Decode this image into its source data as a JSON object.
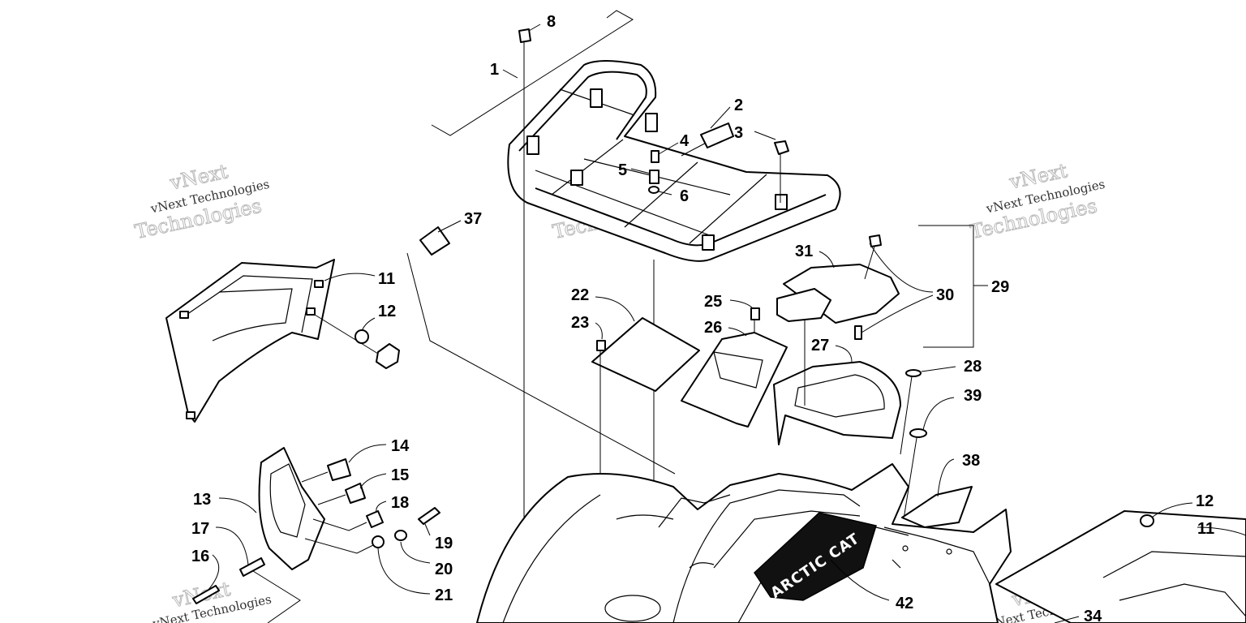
{
  "watermark": {
    "line1": "vNext",
    "line2": "vNext Technologies",
    "line3": "Technologies"
  },
  "callouts": {
    "c1": "1",
    "c2": "2",
    "c3": "3",
    "c4": "4",
    "c5": "5",
    "c6": "6",
    "c8": "8",
    "c11a": "11",
    "c11b": "11",
    "c12a": "12",
    "c12b": "12",
    "c13": "13",
    "c14": "14",
    "c15": "15",
    "c16": "16",
    "c17": "17",
    "c18": "18",
    "c19": "19",
    "c20": "20",
    "c21": "21",
    "c22": "22",
    "c23": "23",
    "c25": "25",
    "c26": "26",
    "c27": "27",
    "c28": "28",
    "c29": "29",
    "c30": "30",
    "c31": "31",
    "c34": "34",
    "c37": "37",
    "c38": "38",
    "c39": "39",
    "c42": "42"
  },
  "decal_text": "ARCTIC CAT"
}
